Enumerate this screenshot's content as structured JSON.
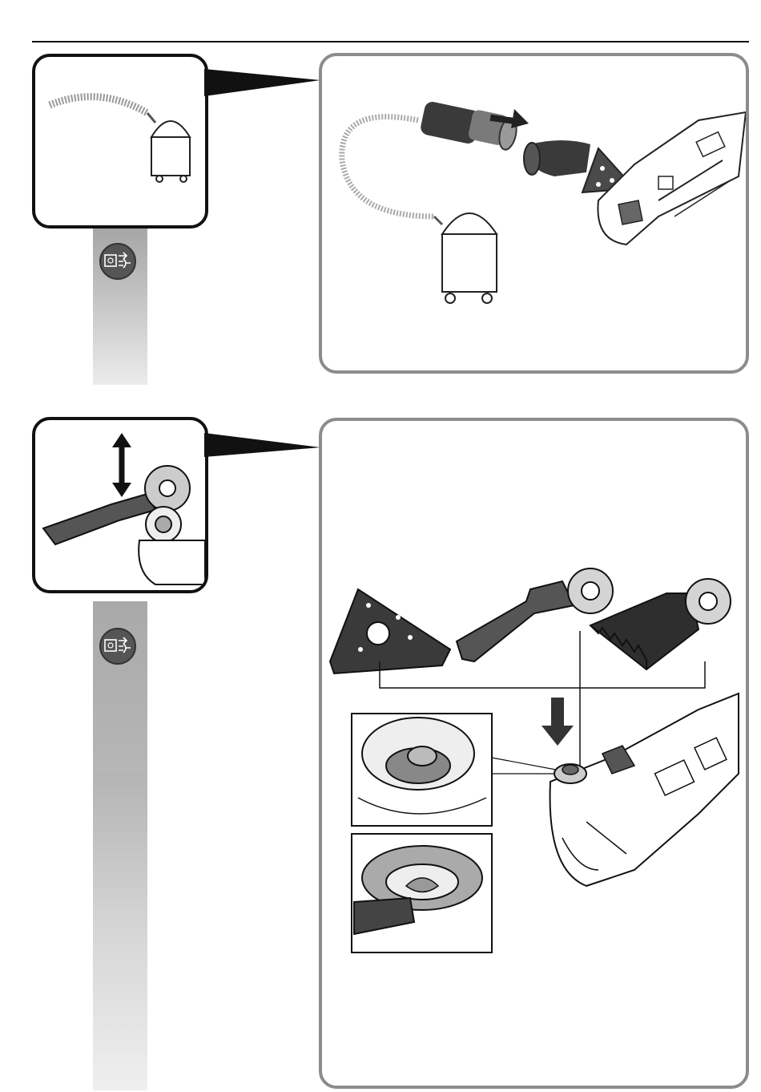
{
  "page": {
    "header_rule": "top-rule"
  },
  "step1": {
    "thumbnail": {
      "icon": "vacuum-extractor-icon"
    },
    "strip_icon": "unplug-power-icon",
    "illustration": {
      "parts": [
        "vacuum-hose",
        "dust-extraction-adapter",
        "extraction-nozzle",
        "oscillating-multitool",
        "vacuum-extractor"
      ],
      "arrow_direction": "right"
    }
  },
  "step2": {
    "thumbnail": {
      "icon": "blade-change-icon"
    },
    "strip_icon": "unplug-power-icon",
    "illustration": {
      "accessories": [
        "triangular-sanding-pad",
        "plunge-saw-blade",
        "wide-saw-blade"
      ],
      "arrow_direction": "down",
      "detail_views": [
        "tool-mount-detail-top",
        "tool-mount-detail-fitted"
      ]
    }
  },
  "colors": {
    "frame_dark": "#111111",
    "frame_grey": "#8c8c8c",
    "tool_dark": "#3a3a3a",
    "tool_mid": "#7a7a7a",
    "badge": "#555555"
  }
}
